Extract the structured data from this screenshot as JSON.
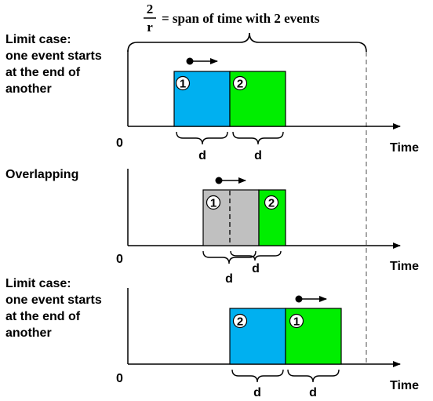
{
  "header": {
    "numerator": "2",
    "denominator": "r",
    "caption": "= span of time with 2 events"
  },
  "panels": [
    {
      "label_lines": [
        "Limit case:",
        "one event starts",
        "at the end of",
        "another"
      ],
      "origin": "0",
      "axis_label": "Time",
      "event_a": "1",
      "event_b": "2",
      "duration_a": "d",
      "duration_b": "d"
    },
    {
      "label_lines": [
        "Overlapping"
      ],
      "origin": "0",
      "axis_label": "Time",
      "event_a": "1",
      "event_b": "2",
      "duration_a": "d",
      "duration_b": "d"
    },
    {
      "label_lines": [
        "Limit case:",
        "one event starts",
        "at the end of",
        "another"
      ],
      "origin": "0",
      "axis_label": "Time",
      "event_a": "2",
      "event_b": "1",
      "duration_a": "d",
      "duration_b": "d"
    }
  ],
  "colors": {
    "blue": "#00b0f0",
    "green": "#00ee00",
    "gray": "#c0c0c0",
    "stroke": "#000000",
    "dashed": "#888888"
  }
}
